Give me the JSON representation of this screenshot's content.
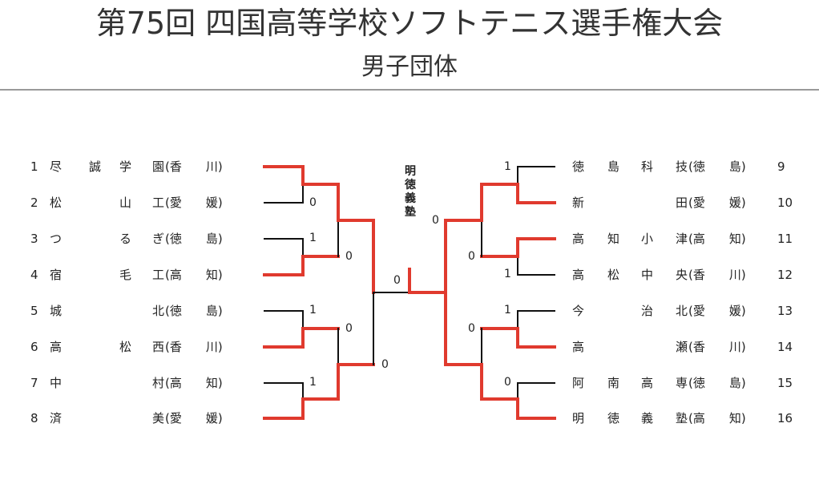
{
  "title": "第75回 四国高等学校ソフトテニス選手権大会",
  "subtitle": "男子団体",
  "champion": "明徳義塾",
  "left_teams": [
    {
      "seed": "1",
      "name": [
        "尽",
        "誠",
        "学",
        "園"
      ],
      "pref": "(香　　川)"
    },
    {
      "seed": "2",
      "name": [
        "松",
        "",
        "山",
        "工"
      ],
      "pref": "(愛　　媛)"
    },
    {
      "seed": "3",
      "name": [
        "つ",
        "",
        "る",
        "ぎ"
      ],
      "pref": "(徳　　島)"
    },
    {
      "seed": "4",
      "name": [
        "宿",
        "",
        "毛",
        "工"
      ],
      "pref": "(高　　知)"
    },
    {
      "seed": "5",
      "name": [
        "城",
        "",
        "",
        "北"
      ],
      "pref": "(徳　　島)"
    },
    {
      "seed": "6",
      "name": [
        "高",
        "",
        "松",
        "西"
      ],
      "pref": "(香　　川)"
    },
    {
      "seed": "7",
      "name": [
        "中",
        "",
        "",
        "村"
      ],
      "pref": "(高　　知)"
    },
    {
      "seed": "8",
      "name": [
        "済",
        "",
        "",
        "美"
      ],
      "pref": "(愛　　媛)"
    }
  ],
  "right_teams": [
    {
      "seed": "9",
      "name": [
        "徳",
        "島",
        "科",
        "技"
      ],
      "pref": "(徳　　島)"
    },
    {
      "seed": "10",
      "name": [
        "新",
        "",
        "",
        "田"
      ],
      "pref": "(愛　　媛)"
    },
    {
      "seed": "11",
      "name": [
        "高",
        "知",
        "小",
        "津"
      ],
      "pref": "(高　　知)"
    },
    {
      "seed": "12",
      "name": [
        "高",
        "松",
        "中",
        "央"
      ],
      "pref": "(香　　川)"
    },
    {
      "seed": "13",
      "name": [
        "今",
        "",
        "治",
        "北"
      ],
      "pref": "(愛　　媛)"
    },
    {
      "seed": "14",
      "name": [
        "高",
        "",
        "",
        "瀬"
      ],
      "pref": "(香　　川)"
    },
    {
      "seed": "15",
      "name": [
        "阿",
        "南",
        "高",
        "専"
      ],
      "pref": "(徳　　島)"
    },
    {
      "seed": "16",
      "name": [
        "明",
        "徳",
        "義",
        "塾"
      ],
      "pref": "(高　　知)"
    }
  ],
  "scores": {
    "l_r1_m1": "0",
    "l_r1_m2": "1",
    "l_r1_m3": "1",
    "l_r1_m4": "1",
    "l_r2_m1": "0",
    "l_r2_m2": "0",
    "l_r3": "0",
    "final_left": "0",
    "r_r1_m1": "1",
    "r_r1_m2": "1",
    "r_r1_m3": "1",
    "r_r1_m4": "0",
    "r_r2_m1": "0",
    "r_r2_m2": "0",
    "r_r3": "0"
  },
  "colors": {
    "winner_line": "#e03a2e",
    "loser_line": "#111111"
  }
}
